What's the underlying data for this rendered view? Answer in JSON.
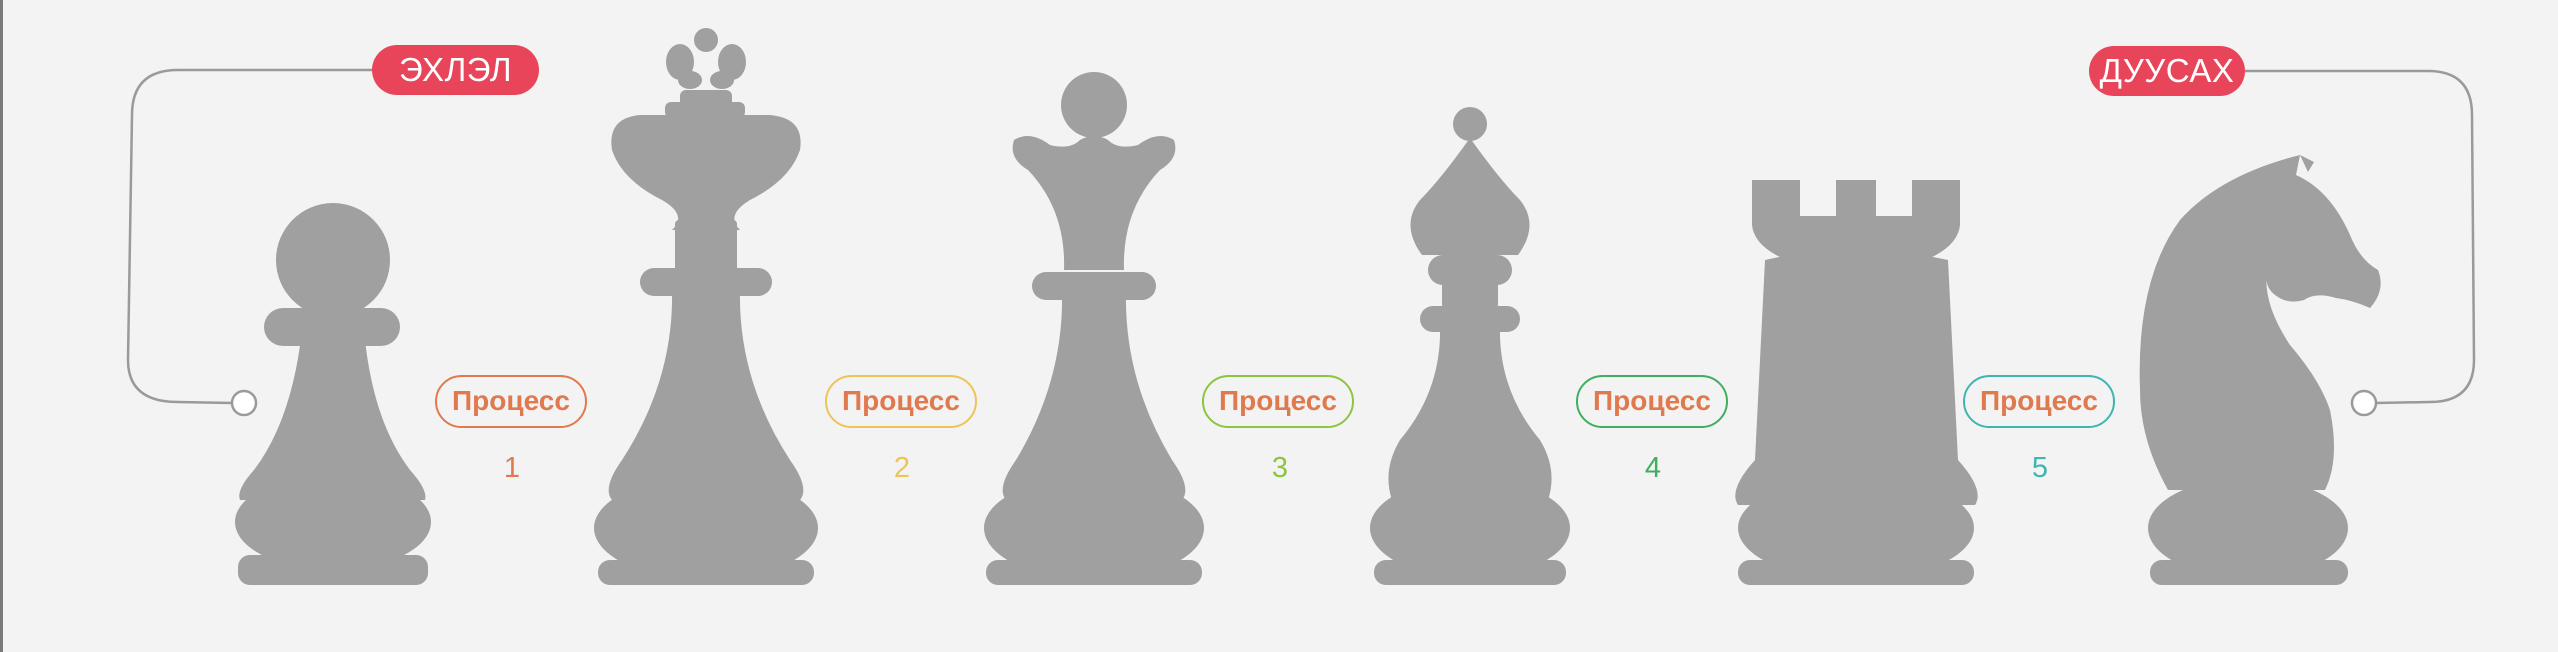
{
  "start_label": "ЭХЛЭЛ",
  "end_label": "ДУУСАХ",
  "steps": [
    {
      "label": "Процесс",
      "number": "1",
      "color": "#e07a4e"
    },
    {
      "label": "Процесс",
      "number": "2",
      "color": "#ecc458"
    },
    {
      "label": "Процесс",
      "number": "3",
      "color": "#8cc53f"
    },
    {
      "label": "Процесс",
      "number": "4",
      "color": "#3fae5e"
    },
    {
      "label": "Процесс",
      "number": "5",
      "color": "#3fb5b0"
    }
  ],
  "colors": {
    "accent_red": "#e8455a",
    "piece_gray": "#a0a0a1",
    "process_text": "#e07a4e",
    "connector_gray": "#9a9a9a",
    "background": "#f3f3f3"
  },
  "pieces": [
    "pawn-icon",
    "king-icon",
    "queen-icon",
    "bishop-icon",
    "rook-icon",
    "knight-icon"
  ]
}
